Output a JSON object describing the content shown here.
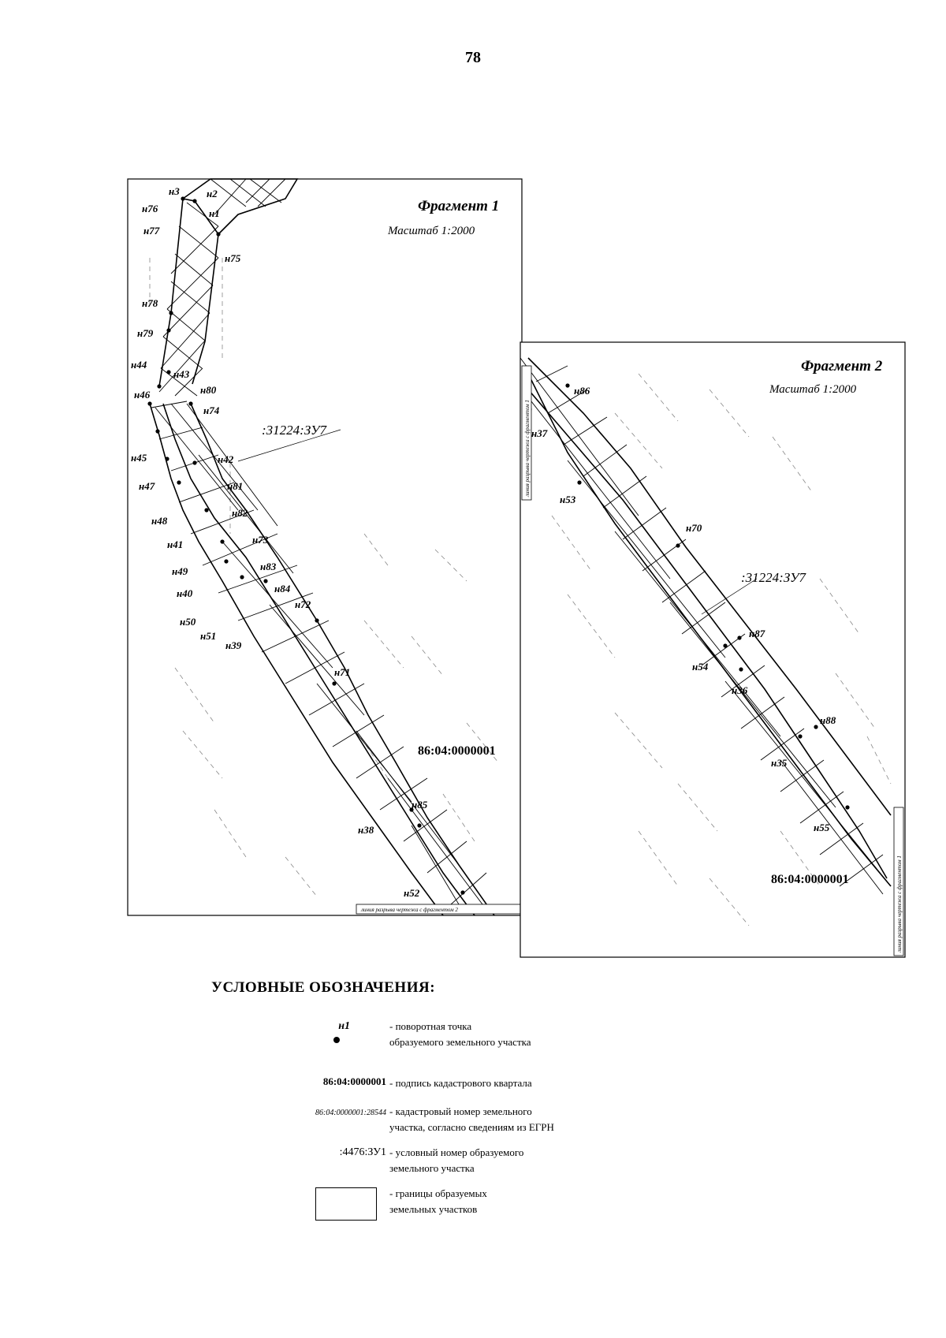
{
  "page_number": "78",
  "fragment1": {
    "title": "Фрагмент 1",
    "scale": "Масштаб 1:2000",
    "parcel_label": ":31224:ЗУ7",
    "quarter_label": "86:04:0000001",
    "cut_line_note": "линия разрыва чертежа с фрагментом 2",
    "points": [
      "н3",
      "н2",
      "н76",
      "н1",
      "н77",
      "н75",
      "н78",
      "н79",
      "н44",
      "н43",
      "н80",
      "н46",
      "н74",
      "н45",
      "н42",
      "н47",
      "н81",
      "н48",
      "н82",
      "н41",
      "н73",
      "н49",
      "н83",
      "н40",
      "н84",
      "н50",
      "н72",
      "н51",
      "н39",
      "н71",
      "н85",
      "н38",
      "н52"
    ]
  },
  "fragment2": {
    "title": "Фрагмент 2",
    "scale": "Масштаб 1:2000",
    "parcel_label": ":31224:ЗУ7",
    "quarter_label": "86:04:0000001",
    "cut_line_note_top": "линия разрыва чертежа с фрагментом 1",
    "cut_line_note_bottom": "линия разрыва чертежа с фрагментом 1",
    "points": [
      "н86",
      "н37",
      "н53",
      "н70",
      "н87",
      "н54",
      "н36",
      "н88",
      "н35",
      "н55"
    ]
  },
  "legend": {
    "title": "УСЛОВНЫЕ ОБОЗНАЧЕНИЯ:",
    "items": [
      {
        "symbol": "н1",
        "text": "- поворотная точка\nобразуемого земельного участка"
      },
      {
        "symbol": "86:04:0000001",
        "text": "- подпись кадастрового квартала"
      },
      {
        "symbol": "86:04:0000001:28544",
        "text": "- кадастровый номер земельного\nучастка, согласно сведениям из ЕГРН"
      },
      {
        "symbol": ":4476:ЗУ1",
        "text": "- условный номер образуемого\nземельного участка"
      },
      {
        "symbol": "",
        "text": "- границы образуемых\nземельных участков"
      }
    ]
  }
}
